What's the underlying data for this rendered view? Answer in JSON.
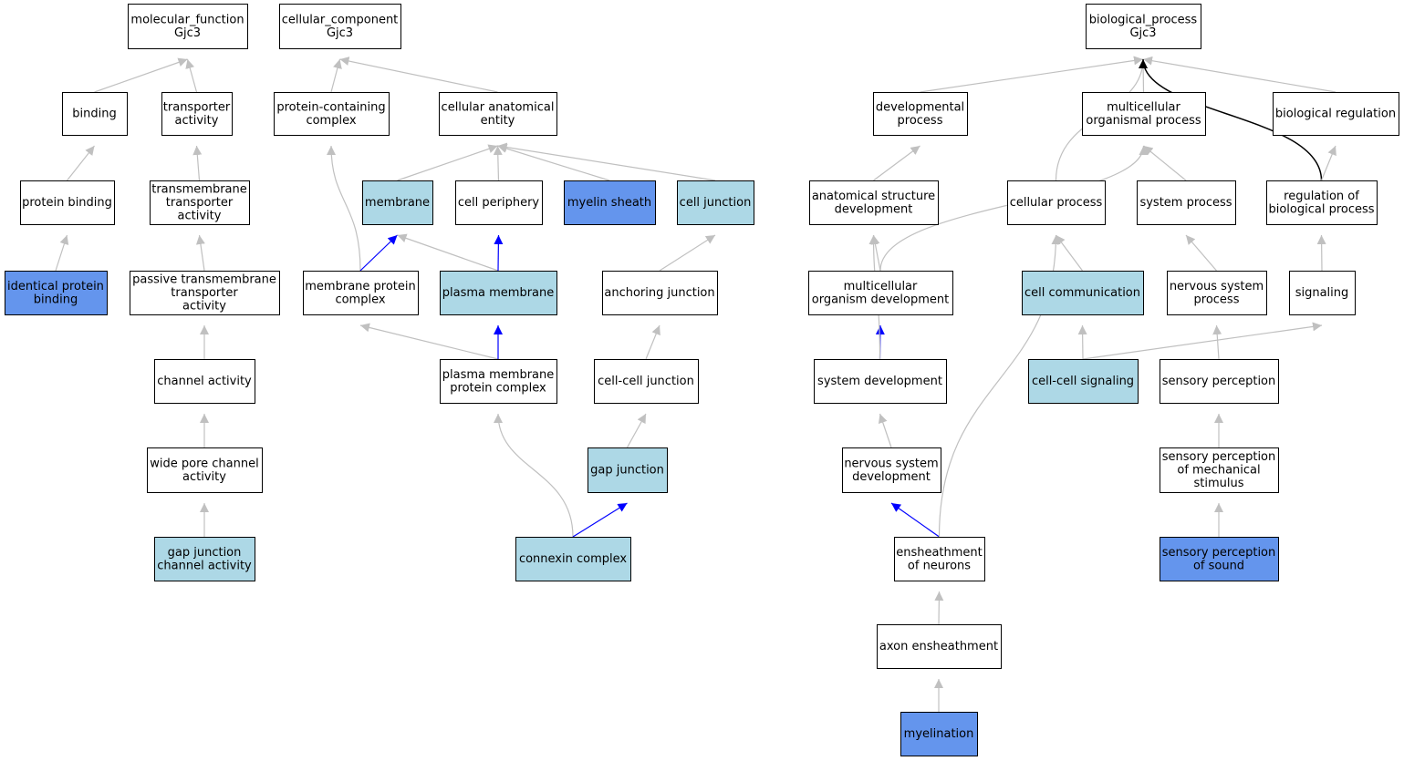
{
  "colors": {
    "white": "#ffffff",
    "light": "#add8e6",
    "strong": "#6495ed",
    "edge_grey": "#c0c0c0",
    "edge_blue": "#0000ff",
    "edge_black": "#000000",
    "border": "#000000"
  },
  "nodes": [
    {
      "id": "n1",
      "lines": [
        "molecular_function",
        "Gjc3"
      ],
      "fill": "white"
    },
    {
      "id": "n2",
      "lines": [
        "cellular_component",
        "Gjc3"
      ],
      "fill": "white"
    },
    {
      "id": "n3",
      "lines": [
        "biological_process",
        "Gjc3"
      ],
      "fill": "white"
    },
    {
      "id": "n4",
      "lines": [
        "binding"
      ],
      "fill": "white"
    },
    {
      "id": "n5",
      "lines": [
        "transporter",
        "activity"
      ],
      "fill": "white"
    },
    {
      "id": "n6",
      "lines": [
        "protein-containing",
        "complex"
      ],
      "fill": "white"
    },
    {
      "id": "n7",
      "lines": [
        "cellular anatomical",
        "entity"
      ],
      "fill": "white"
    },
    {
      "id": "n8",
      "lines": [
        "developmental",
        "process"
      ],
      "fill": "white"
    },
    {
      "id": "n9",
      "lines": [
        "multicellular",
        "organismal process"
      ],
      "fill": "white"
    },
    {
      "id": "n10",
      "lines": [
        "biological regulation"
      ],
      "fill": "white"
    },
    {
      "id": "n11",
      "lines": [
        "protein binding"
      ],
      "fill": "white"
    },
    {
      "id": "n12",
      "lines": [
        "transmembrane",
        "transporter",
        "activity"
      ],
      "fill": "white"
    },
    {
      "id": "n13",
      "lines": [
        "membrane"
      ],
      "fill": "light"
    },
    {
      "id": "n14",
      "lines": [
        "cell periphery"
      ],
      "fill": "white"
    },
    {
      "id": "n15",
      "lines": [
        "myelin sheath"
      ],
      "fill": "strong"
    },
    {
      "id": "n16",
      "lines": [
        "cell junction"
      ],
      "fill": "light"
    },
    {
      "id": "n17",
      "lines": [
        "anatomical structure",
        "development"
      ],
      "fill": "white"
    },
    {
      "id": "n18",
      "lines": [
        "cellular process"
      ],
      "fill": "white"
    },
    {
      "id": "n19",
      "lines": [
        "system process"
      ],
      "fill": "white"
    },
    {
      "id": "n20",
      "lines": [
        "regulation of",
        "biological process"
      ],
      "fill": "white"
    },
    {
      "id": "n21",
      "lines": [
        "identical protein",
        "binding"
      ],
      "fill": "strong"
    },
    {
      "id": "n22",
      "lines": [
        "passive transmembrane",
        "transporter",
        "activity"
      ],
      "fill": "white"
    },
    {
      "id": "n23",
      "lines": [
        "membrane protein",
        "complex"
      ],
      "fill": "white"
    },
    {
      "id": "n24",
      "lines": [
        "plasma membrane"
      ],
      "fill": "light"
    },
    {
      "id": "n25",
      "lines": [
        "anchoring junction"
      ],
      "fill": "white"
    },
    {
      "id": "n26",
      "lines": [
        "multicellular",
        "organism development"
      ],
      "fill": "white"
    },
    {
      "id": "n27",
      "lines": [
        "cell communication"
      ],
      "fill": "light"
    },
    {
      "id": "n28",
      "lines": [
        "nervous system",
        "process"
      ],
      "fill": "white"
    },
    {
      "id": "n29",
      "lines": [
        "signaling"
      ],
      "fill": "white"
    },
    {
      "id": "n30",
      "lines": [
        "channel activity"
      ],
      "fill": "white"
    },
    {
      "id": "n31",
      "lines": [
        "plasma membrane",
        "protein complex"
      ],
      "fill": "white"
    },
    {
      "id": "n32",
      "lines": [
        "cell-cell junction"
      ],
      "fill": "white"
    },
    {
      "id": "n33",
      "lines": [
        "system development"
      ],
      "fill": "white"
    },
    {
      "id": "n34",
      "lines": [
        "cell-cell signaling"
      ],
      "fill": "light"
    },
    {
      "id": "n35",
      "lines": [
        "sensory perception"
      ],
      "fill": "white"
    },
    {
      "id": "n36",
      "lines": [
        "wide pore channel",
        "activity"
      ],
      "fill": "white"
    },
    {
      "id": "n37",
      "lines": [
        "gap junction"
      ],
      "fill": "light"
    },
    {
      "id": "n38",
      "lines": [
        "nervous system",
        "development"
      ],
      "fill": "white"
    },
    {
      "id": "n39",
      "lines": [
        "sensory perception",
        "of mechanical",
        "stimulus"
      ],
      "fill": "white"
    },
    {
      "id": "n40",
      "lines": [
        "gap junction",
        "channel activity"
      ],
      "fill": "light"
    },
    {
      "id": "n41",
      "lines": [
        "connexin complex"
      ],
      "fill": "light"
    },
    {
      "id": "n42",
      "lines": [
        "ensheathment",
        "of neurons"
      ],
      "fill": "white"
    },
    {
      "id": "n43",
      "lines": [
        "sensory perception",
        "of sound"
      ],
      "fill": "strong"
    },
    {
      "id": "n44",
      "lines": [
        "axon ensheathment"
      ],
      "fill": "white"
    },
    {
      "id": "n45",
      "lines": [
        "myelination"
      ],
      "fill": "strong"
    }
  ],
  "edges": [
    {
      "from": "n4",
      "to": "n1",
      "color": "edge_grey"
    },
    {
      "from": "n5",
      "to": "n1",
      "color": "edge_grey"
    },
    {
      "from": "n6",
      "to": "n2",
      "color": "edge_grey"
    },
    {
      "from": "n7",
      "to": "n2",
      "color": "edge_grey"
    },
    {
      "from": "n11",
      "to": "n4",
      "color": "edge_grey"
    },
    {
      "from": "n12",
      "to": "n5",
      "color": "edge_grey"
    },
    {
      "from": "n21",
      "to": "n11",
      "color": "edge_grey"
    },
    {
      "from": "n22",
      "to": "n12",
      "color": "edge_grey"
    },
    {
      "from": "n30",
      "to": "n22",
      "color": "edge_grey"
    },
    {
      "from": "n36",
      "to": "n30",
      "color": "edge_grey"
    },
    {
      "from": "n40",
      "to": "n36",
      "color": "edge_grey"
    },
    {
      "from": "n13",
      "to": "n7",
      "color": "edge_grey"
    },
    {
      "from": "n14",
      "to": "n7",
      "color": "edge_grey"
    },
    {
      "from": "n15",
      "to": "n7",
      "color": "edge_grey"
    },
    {
      "from": "n16",
      "to": "n7",
      "color": "edge_grey"
    },
    {
      "from": "n23",
      "to": "n6",
      "color": "edge_grey"
    },
    {
      "from": "n23",
      "to": "n13",
      "color": "edge_blue"
    },
    {
      "from": "n24",
      "to": "n13",
      "color": "edge_grey"
    },
    {
      "from": "n24",
      "to": "n14",
      "color": "edge_blue"
    },
    {
      "from": "n31",
      "to": "n23",
      "color": "edge_grey"
    },
    {
      "from": "n31",
      "to": "n24",
      "color": "edge_blue"
    },
    {
      "from": "n41",
      "to": "n31",
      "color": "edge_grey"
    },
    {
      "from": "n41",
      "to": "n37",
      "color": "edge_blue"
    },
    {
      "from": "n25",
      "to": "n16",
      "color": "edge_grey"
    },
    {
      "from": "n32",
      "to": "n25",
      "color": "edge_grey"
    },
    {
      "from": "n37",
      "to": "n32",
      "color": "edge_grey"
    },
    {
      "from": "n8",
      "to": "n3",
      "color": "edge_grey"
    },
    {
      "from": "n9",
      "to": "n3",
      "color": "edge_grey"
    },
    {
      "from": "n10",
      "to": "n3",
      "color": "edge_grey"
    },
    {
      "from": "n18",
      "to": "n3",
      "color": "edge_grey"
    },
    {
      "from": "n20",
      "to": "n3",
      "color": "edge_black"
    },
    {
      "from": "n17",
      "to": "n8",
      "color": "edge_grey"
    },
    {
      "from": "n26",
      "to": "n17",
      "color": "edge_grey"
    },
    {
      "from": "n26",
      "to": "n9",
      "color": "edge_grey"
    },
    {
      "from": "n33",
      "to": "n26",
      "color": "edge_blue"
    },
    {
      "from": "n33",
      "to": "n17",
      "color": "edge_grey"
    },
    {
      "from": "n38",
      "to": "n33",
      "color": "edge_grey"
    },
    {
      "from": "n42",
      "to": "n38",
      "color": "edge_blue"
    },
    {
      "from": "n42",
      "to": "n18",
      "color": "edge_grey"
    },
    {
      "from": "n44",
      "to": "n42",
      "color": "edge_grey"
    },
    {
      "from": "n45",
      "to": "n44",
      "color": "edge_grey"
    },
    {
      "from": "n27",
      "to": "n18",
      "color": "edge_grey"
    },
    {
      "from": "n34",
      "to": "n27",
      "color": "edge_grey"
    },
    {
      "from": "n34",
      "to": "n29",
      "color": "edge_grey"
    },
    {
      "from": "n19",
      "to": "n9",
      "color": "edge_grey"
    },
    {
      "from": "n28",
      "to": "n19",
      "color": "edge_grey"
    },
    {
      "from": "n35",
      "to": "n28",
      "color": "edge_grey"
    },
    {
      "from": "n39",
      "to": "n35",
      "color": "edge_grey"
    },
    {
      "from": "n43",
      "to": "n39",
      "color": "edge_grey"
    },
    {
      "from": "n20",
      "to": "n10",
      "color": "edge_grey"
    },
    {
      "from": "n29",
      "to": "n20",
      "color": "edge_grey"
    }
  ]
}
